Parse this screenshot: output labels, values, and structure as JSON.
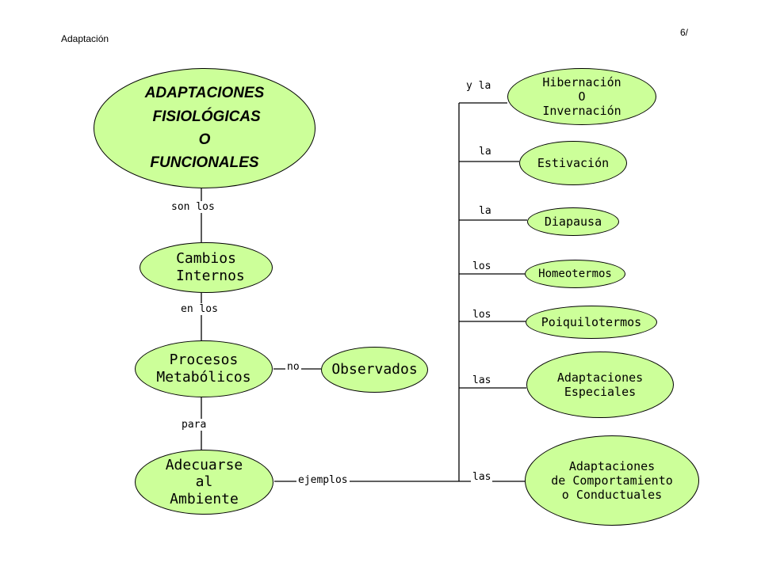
{
  "header": {
    "title": "Adaptación",
    "page": "6/"
  },
  "nodes": {
    "main": [
      "ADAPTACIONES",
      " FISIOLÓGICAS",
      "O",
      "FUNCIONALES"
    ],
    "cambios": [
      "Cambios",
      " Internos"
    ],
    "procesos": [
      "Procesos",
      "Metabólicos"
    ],
    "observados": [
      "Observados"
    ],
    "adecuarse": [
      "Adecuarse",
      "al",
      "Ambiente"
    ],
    "hibernacion": [
      "Hibernación",
      "O",
      "Invernación"
    ],
    "estivacion": [
      "Estivación"
    ],
    "diapausa": [
      "Diapausa"
    ],
    "homeotermos": [
      "Homeotermos"
    ],
    "poiquilotermos": [
      "Poiquilotermos"
    ],
    "especiales": [
      "Adaptaciones",
      "Especiales"
    ],
    "comportamiento": [
      "Adaptaciones",
      "de Comportamiento",
      "o Conductuales"
    ]
  },
  "links": {
    "son_los": "son los",
    "en_los": "en los",
    "no": "no",
    "para": "para",
    "ejemplos": "ejemplos",
    "y_la": "y la",
    "la_1": "la",
    "la_2": "la",
    "los_1": "los",
    "los_2": "los",
    "las_1": "las",
    "las_2": "las"
  },
  "colors": {
    "node_fill": "#ccff99",
    "stroke": "#000000"
  }
}
